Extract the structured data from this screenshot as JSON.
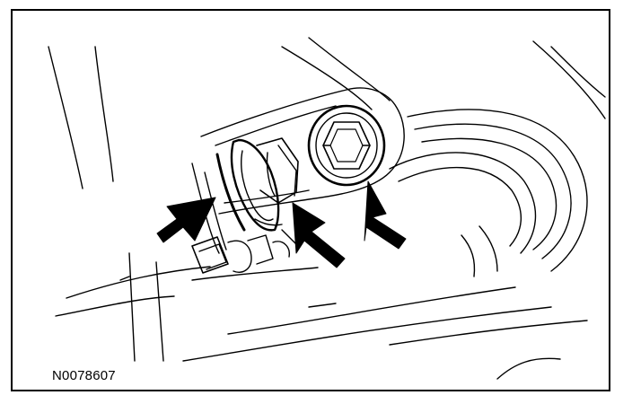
{
  "figure": {
    "id_label": "N0078607"
  },
  "colors": {
    "ink": "#000000",
    "paper": "#ffffff"
  },
  "callouts": [
    {
      "name": "callout-arrow-left"
    },
    {
      "name": "callout-arrow-middle"
    },
    {
      "name": "callout-arrow-right"
    }
  ]
}
